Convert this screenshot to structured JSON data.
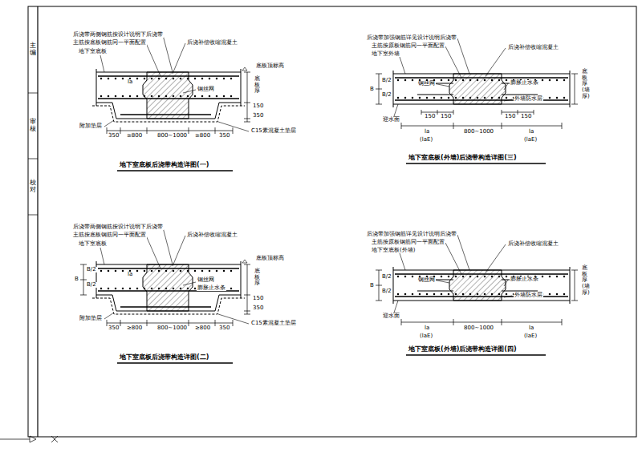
{
  "diagram": {
    "nodes": [
      {
        "text": [
          "主编"
        ]
      },
      {
        "text": [
          "审核"
        ]
      },
      {
        "text": [
          "校对"
        ]
      }
    ],
    "labels": [
      "后浇带两侧钢筋按设计说明下后浇带",
      "主筋按底板钢筋同一平面配置",
      "地下室底板",
      "后浇补偿收缩混凝土",
      "底板顶标高",
      "la",
      "钢丝网",
      "底板厚",
      "150",
      "350",
      "附加垫层",
      "C15素混凝土垫层",
      "350",
      "≥800",
      "800~1000",
      "≥800",
      "350",
      "地下室底板后浇带构造详图(一)",
      "后浇带两侧钢筋按设计说明下后浇带",
      "主筋按底板钢筋同一平面配置",
      "地下室底板",
      "后浇补偿收缩混凝土",
      "底板顶标高",
      "B",
      "B/2",
      "B/2",
      "la",
      "钢丝网",
      "膨胀止水条",
      "底板厚",
      "150",
      "350",
      "附加垫层",
      "C15素混凝土垫层",
      "350",
      "≥800",
      "800~1000",
      "≥800",
      "350",
      "地下室底板后浇带构造详图(二)",
      "后浇带加强钢筋详见设计说明后浇带",
      "主筋按原板钢筋同一平面配置",
      "地下室外墙",
      "后浇补偿收缩混凝土",
      "B",
      "B/2",
      "B/2",
      "钢丝网",
      "膨胀止水条",
      "底板厚(墙厚)",
      "150",
      "150",
      "150",
      "150",
      "外墙防水层",
      "迎水面",
      "la",
      "(laE)",
      "800~1000",
      "la",
      "(laE)",
      "地下室底板(外墙)后浇带构造详图(三)",
      "后浇带加强钢筋详见设计说明后浇带",
      "主筋按原板钢筋同一平面配置",
      "地下室底板(外墙)",
      "后浇补偿收缩混凝土",
      "B",
      "B/2",
      "B/2",
      "钢丝网",
      "膨胀止水条",
      "底板厚(墙厚)",
      "外墙防水层",
      "迎水面",
      "la",
      "(laE)",
      "800~1000",
      "la",
      "(laE)",
      "地下室底板(外墙)后浇带构造详图(四)"
    ]
  }
}
